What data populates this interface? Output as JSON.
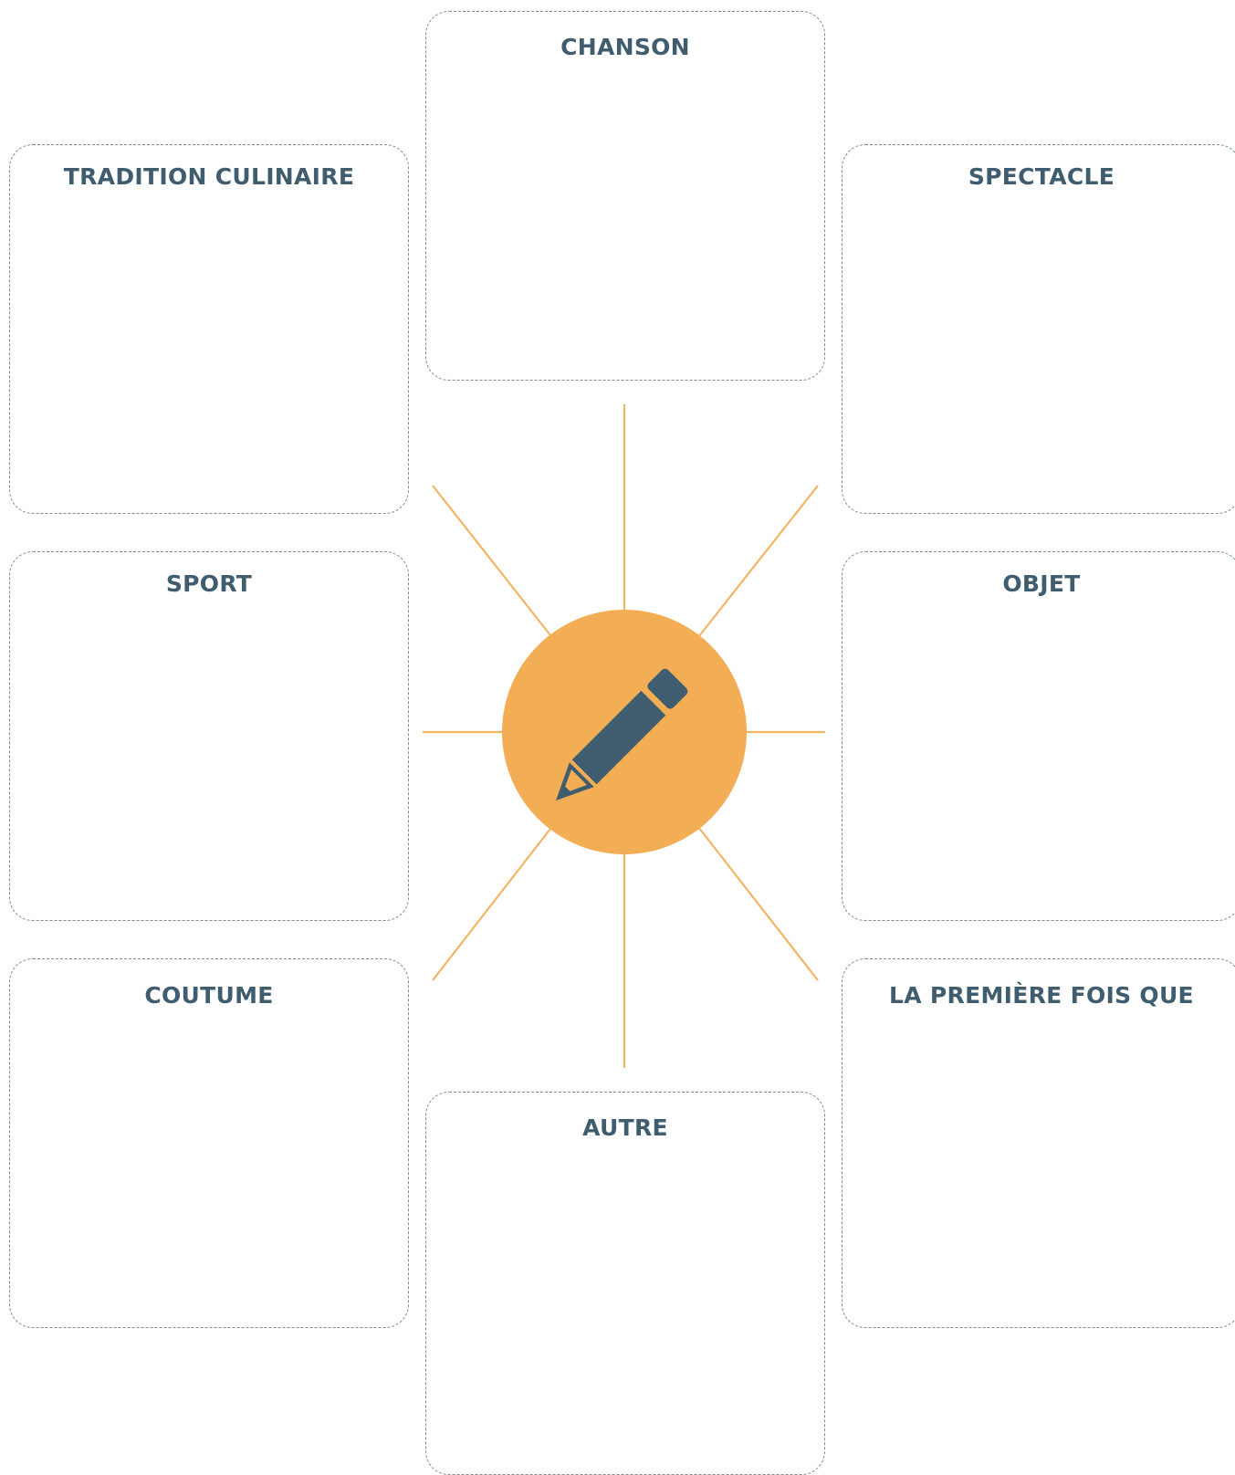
{
  "categories": {
    "chanson": "CHANSON",
    "tradition_culinaire": "TRADITION CULINAIRE",
    "spectacle": "SPECTACLE",
    "sport": "SPORT",
    "objet": "OBJET",
    "coutume": "COUTUME",
    "premiere_fois": "LA PREMIÈRE FOIS QUE",
    "autre": "AUTRE"
  },
  "center": {
    "icon": "pencil-icon"
  },
  "colors": {
    "title": "#3f5d6e",
    "border": "#7d8b96",
    "accent": "#f3ad55",
    "ray": "#f1b564",
    "icon": "#3f5d6e"
  }
}
